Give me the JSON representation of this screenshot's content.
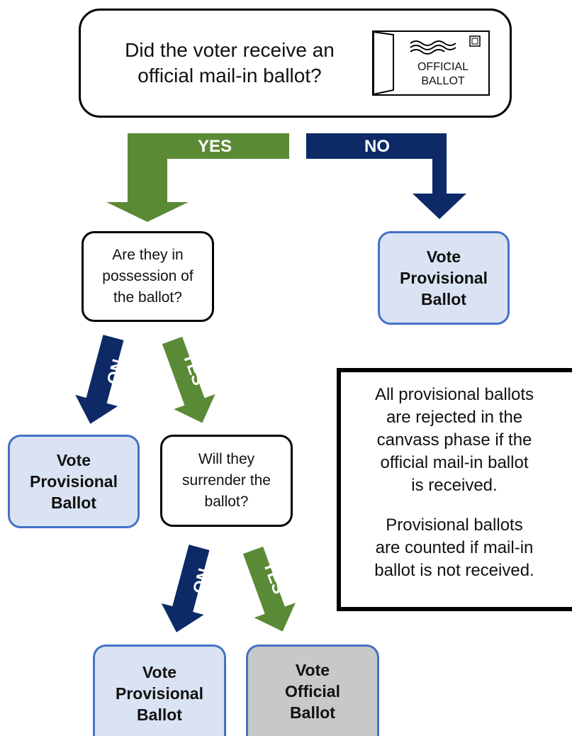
{
  "colors": {
    "yes_arrow": "#5b8a37",
    "no_arrow": "#0d2a66",
    "outcome_fill": "#dae3f3",
    "outcome_border": "#4472c4",
    "official_fill": "#c8c8c8"
  },
  "question1": {
    "line1": "Did the voter receive an",
    "line2": "official mail-in ballot?"
  },
  "envelope": {
    "icon": "envelope-icon",
    "line1": "OFFICIAL",
    "line2": "BALLOT"
  },
  "question2": {
    "line1": "Are they in",
    "line2": "possession of",
    "line3": "the ballot?"
  },
  "question3": {
    "line1": "Will they",
    "line2": "surrender the",
    "line3": "ballot?"
  },
  "outcome_provisional": {
    "line1": "Vote",
    "line2": "Provisional",
    "line3": "Ballot"
  },
  "outcome_official": {
    "line1": "Vote",
    "line2": "Official",
    "line3": "Ballot"
  },
  "arrows": {
    "yes": "YES",
    "no": "NO"
  },
  "note": {
    "p1_lines": [
      "All provisional ballots",
      "are rejected in the",
      "canvass phase if the",
      "official mail-in ballot",
      "is received."
    ],
    "p2_lines": [
      "Provisional ballots",
      "are counted if mail-in",
      "ballot is not received."
    ]
  }
}
